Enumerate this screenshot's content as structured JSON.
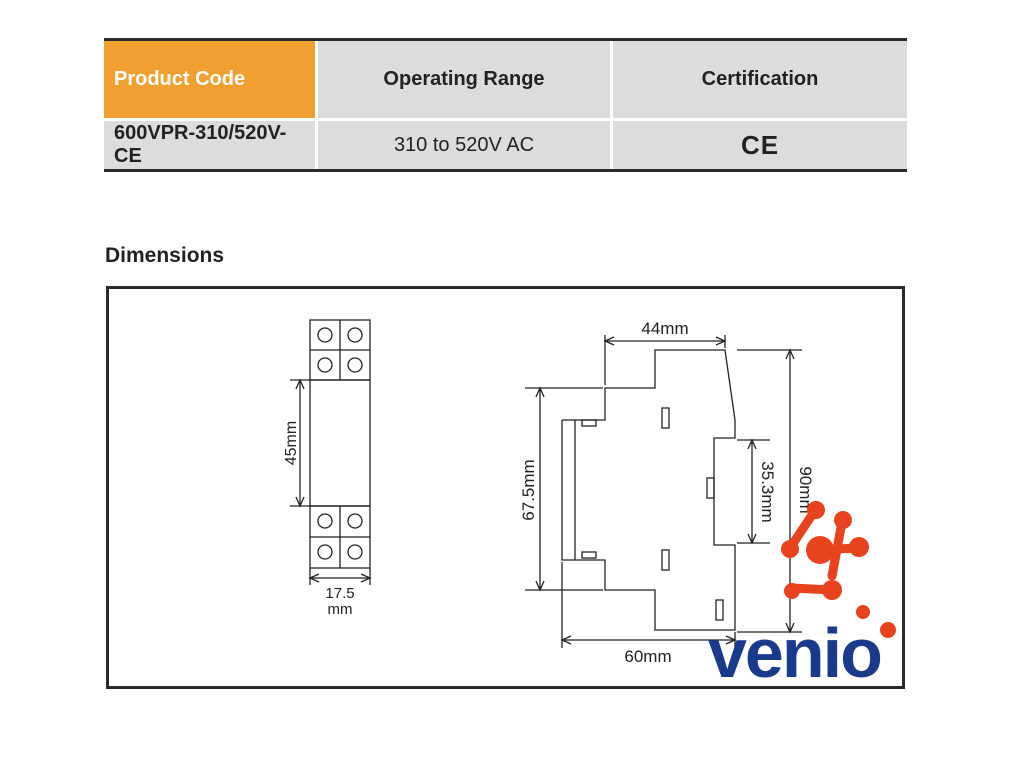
{
  "table": {
    "headers": [
      "Product Code",
      "Operating Range",
      "Certification"
    ],
    "row": {
      "product_code": "600VPR-310/520V-CE",
      "operating_range": "310 to 520V AC",
      "certification": "CE"
    },
    "colors": {
      "header_accent": "#f0a030",
      "cell_bg": "#dcdcdc",
      "rule": "#2b2b2b"
    }
  },
  "dimensions": {
    "title": "Dimensions",
    "front_view": {
      "height_label": "45mm",
      "width_label_top": "17.5",
      "width_label_bottom": "mm"
    },
    "side_view": {
      "top_width": "44mm",
      "body_height": "67.5mm",
      "rail_height": "35.3mm",
      "total_height": "90mm",
      "depth": "60mm"
    }
  },
  "watermark": {
    "text": "venio",
    "colors": {
      "text": "#1a3a8c",
      "dots": "#e8431e"
    }
  }
}
